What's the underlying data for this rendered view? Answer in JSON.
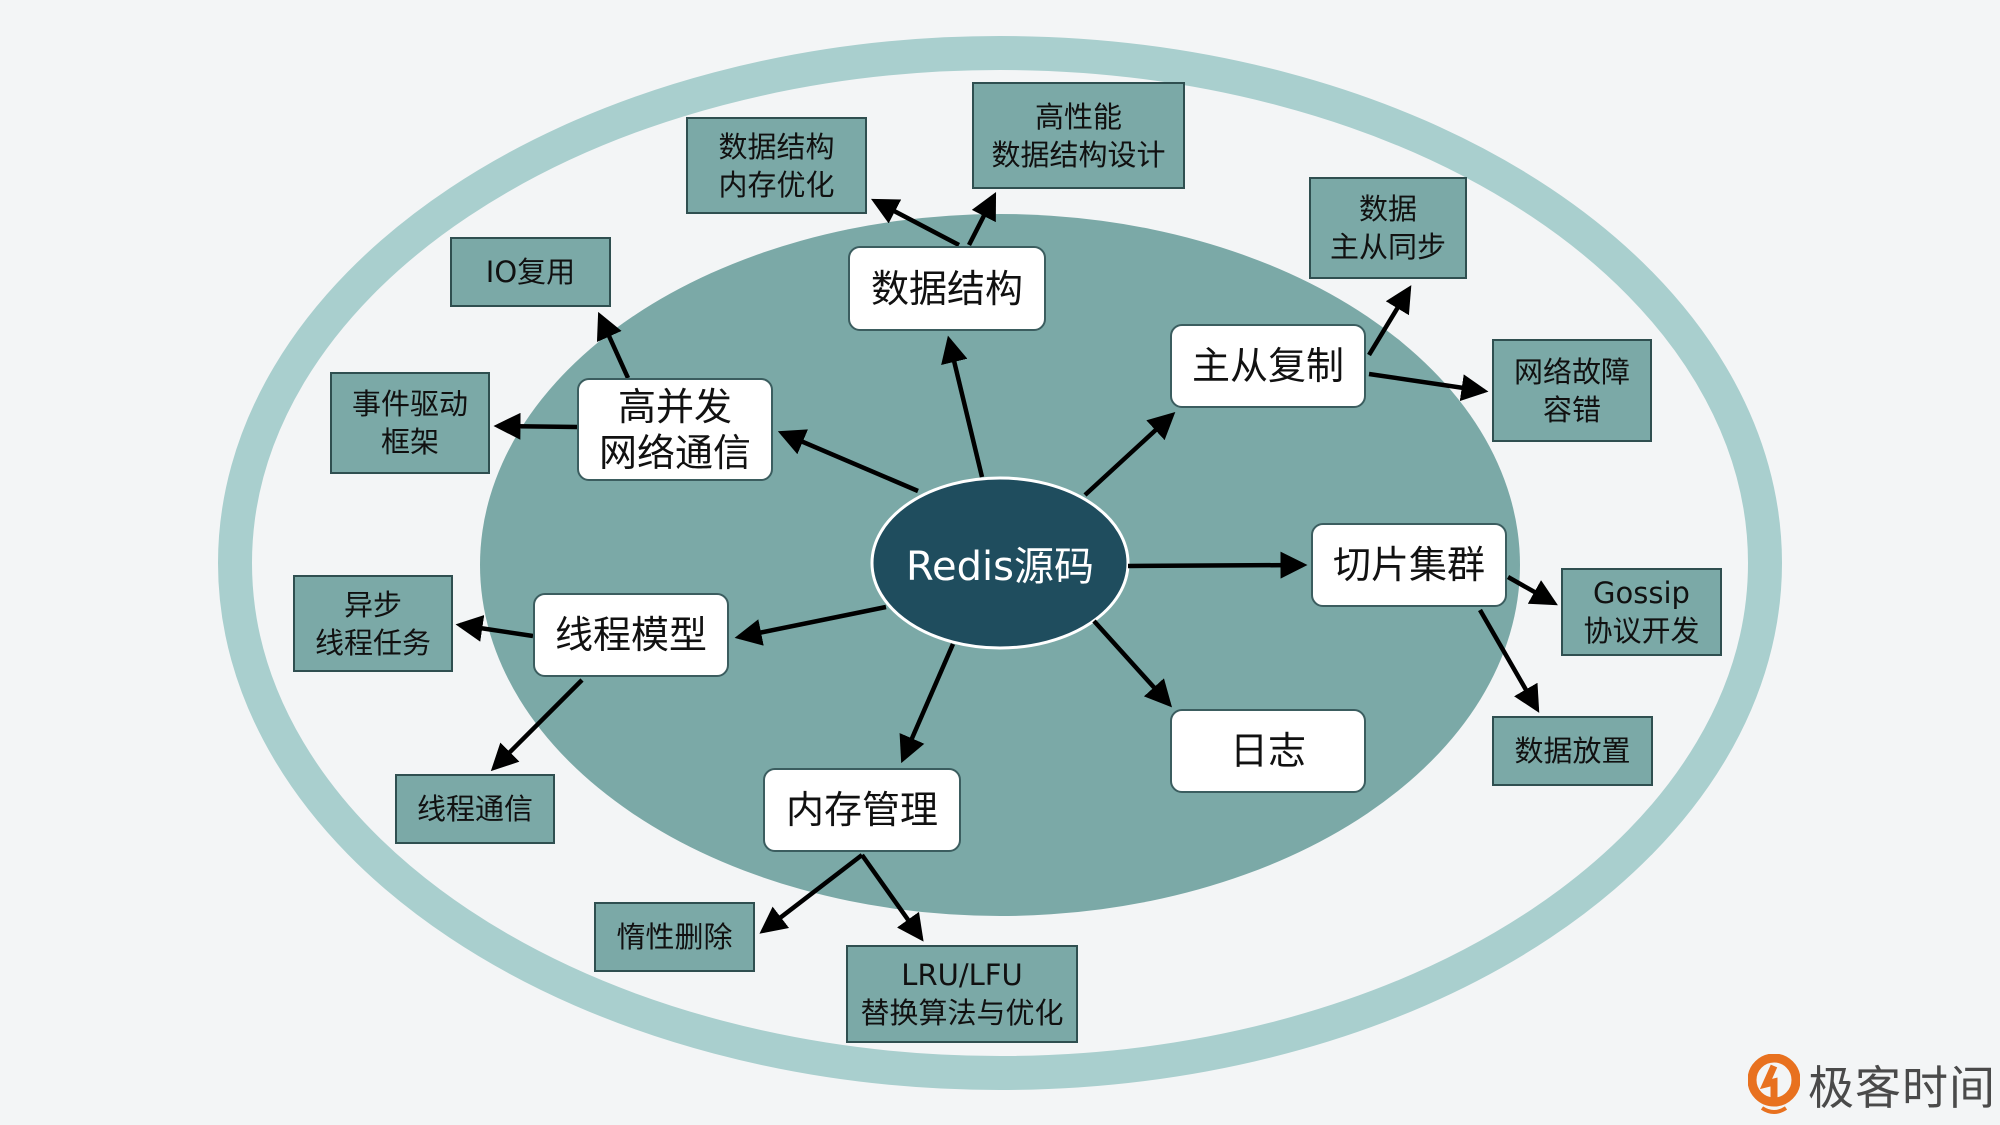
{
  "center": {
    "label": "Redis源码"
  },
  "main_topics": [
    {
      "label": "数据结构"
    },
    {
      "label": "主从复制"
    },
    {
      "label": "高并发\n网络通信"
    },
    {
      "label": "切片集群"
    },
    {
      "label": "线程模型"
    },
    {
      "label": "日志"
    },
    {
      "label": "内存管理"
    }
  ],
  "sub_topics": [
    {
      "label": "数据结构\n内存优化"
    },
    {
      "label": "高性能\n数据结构设计"
    },
    {
      "label": "IO复用"
    },
    {
      "label": "事件驱动\n框架"
    },
    {
      "label": "数据\n主从同步"
    },
    {
      "label": "网络故障\n容错"
    },
    {
      "label": "Gossip\n协议开发"
    },
    {
      "label": "数据放置"
    },
    {
      "label": "异步\n线程任务"
    },
    {
      "label": "线程通信"
    },
    {
      "label": "惰性删除"
    },
    {
      "label": "LRU/LFU\n替换算法与优化"
    }
  ],
  "logo": {
    "text": "极客时间"
  },
  "colors": {
    "outer_ring": "#a9cfce",
    "inner": "#7ba9a7",
    "center": "#1f4d5e",
    "logo": "#e8711f"
  }
}
